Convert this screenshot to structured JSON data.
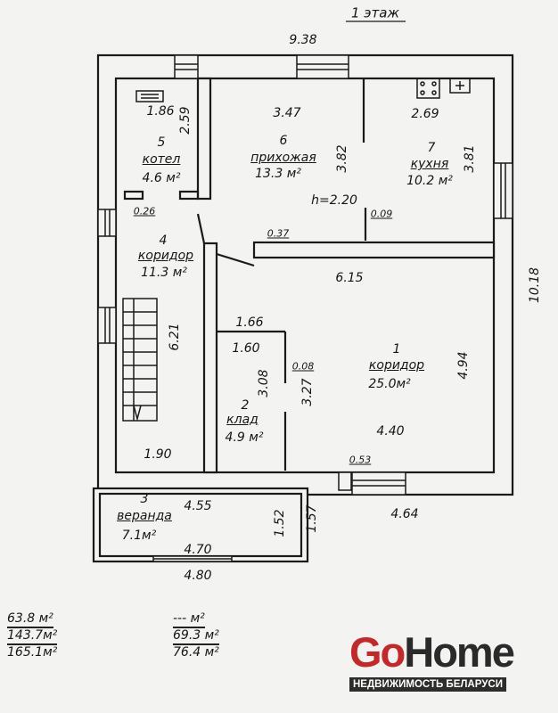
{
  "title": "1 этаж",
  "overall": {
    "width": "9.38",
    "depth": "10.18",
    "height": "h=2.20"
  },
  "rooms": {
    "r5": {
      "num": "5",
      "name": "котел",
      "area": "4.6 м²",
      "w": "1.86",
      "l": "2.59"
    },
    "r6": {
      "num": "6",
      "name": "прихожая",
      "area": "13.3 м²",
      "w": "3.47",
      "l": "3.82"
    },
    "r7": {
      "num": "7",
      "name": "кухня",
      "area": "10.2 м²",
      "w": "2.69",
      "l": "3.81"
    },
    "r4": {
      "num": "4",
      "name": "коридор",
      "area": "11.3 м²",
      "l": "6.21",
      "w": "1.90"
    },
    "r1": {
      "num": "1",
      "name": "коридор",
      "area": "25.0м²",
      "w1": "6.15",
      "w2": "4.40",
      "l": "4.94"
    },
    "r2": {
      "num": "2",
      "name": "клад",
      "area": "4.9 м²",
      "w1": "1.66",
      "w2": "1.60",
      "l1": "3.08",
      "l2": "3.27"
    },
    "r3": {
      "num": "3",
      "name": "веранда",
      "area": "7.1м²",
      "w1": "4.55",
      "w2": "4.70",
      "w3": "4.80",
      "l1": "1.52",
      "l2": "1.57"
    }
  },
  "dims": {
    "d026": "0.26",
    "d009": "0.09",
    "d037": "0.37",
    "d008": "0.08",
    "d053": "0.53",
    "d464": "4.64"
  },
  "totals_left": [
    "63.8 м²",
    "143.7м²",
    "165.1м²"
  ],
  "totals_right": [
    "--- м²",
    "69.3 м²",
    "76.4 м²"
  ],
  "logo": {
    "go": "Go",
    "home": "Home",
    "tagline": "НЕДВИЖИМОСТЬ БЕЛАРУСИ"
  }
}
